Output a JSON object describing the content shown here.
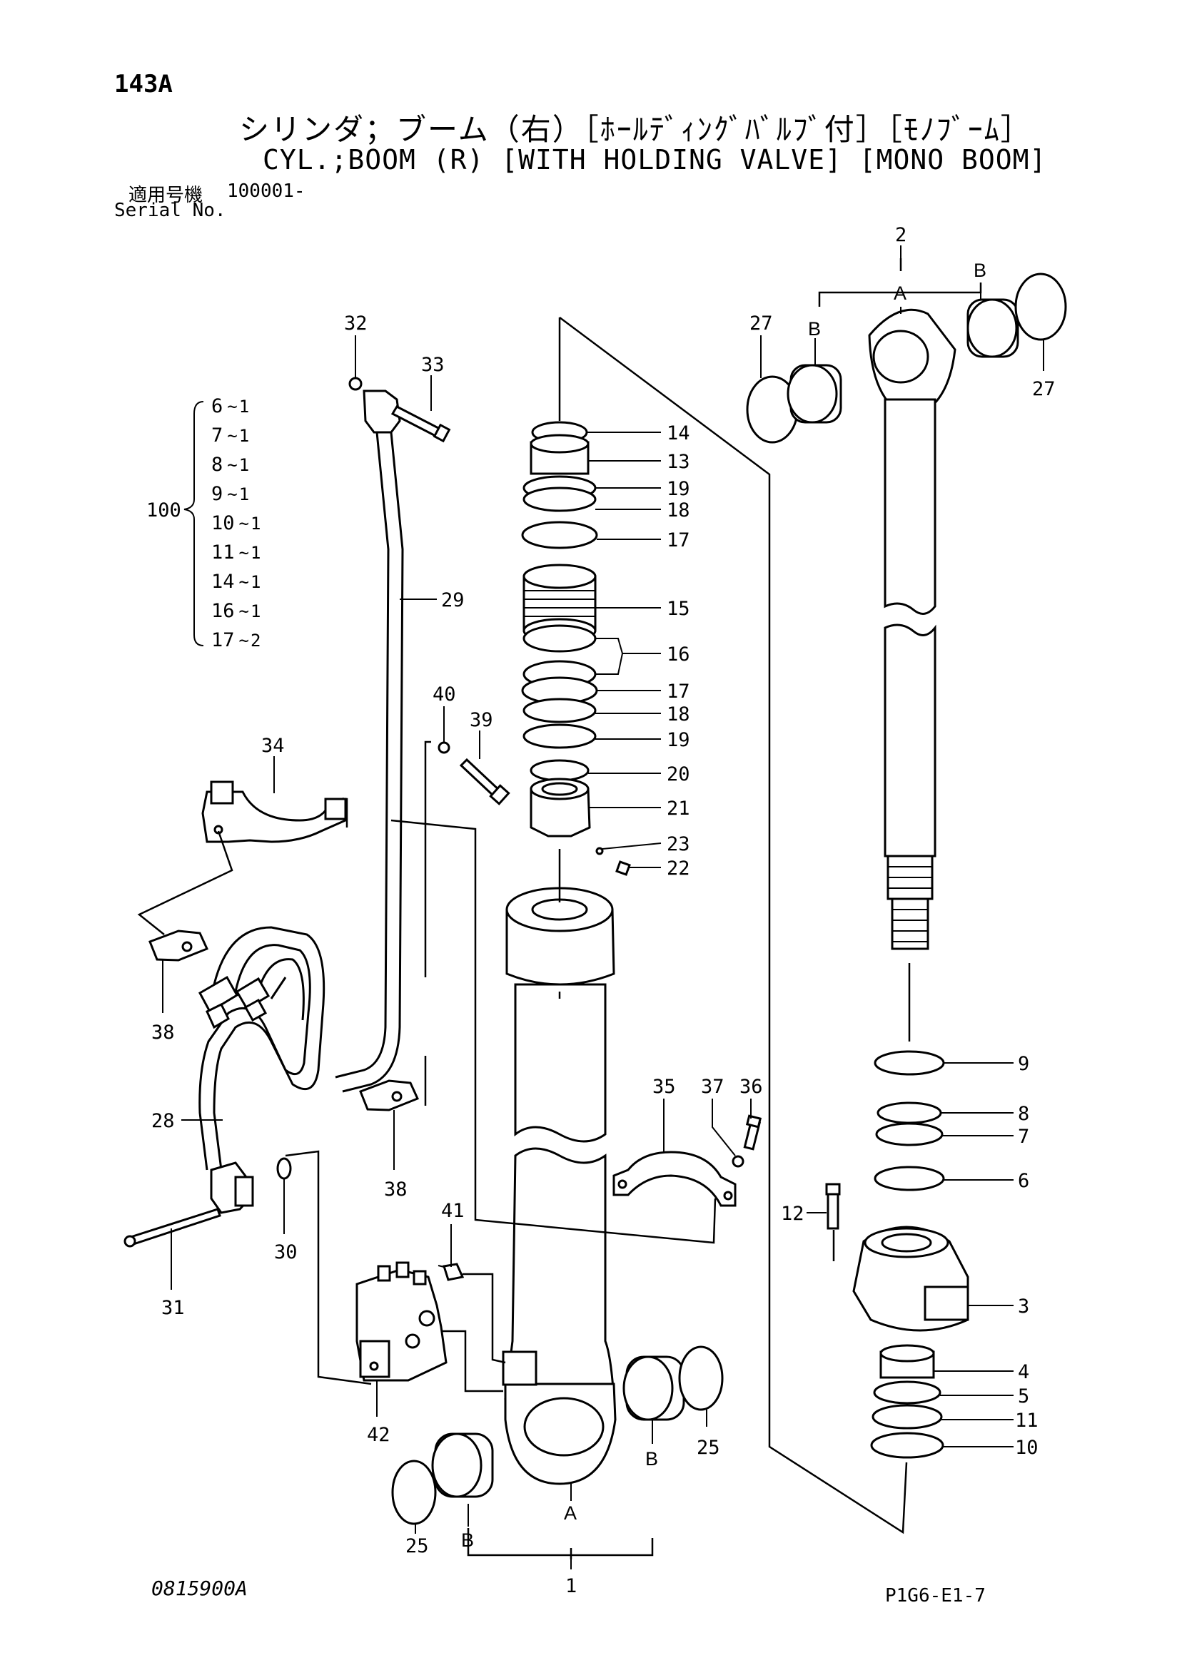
{
  "header": {
    "page_number": "143A",
    "title_jp": "シリンダ；ブーム（右）［ﾎｰﾙﾃﾞｨﾝｸﾞﾊﾞﾙﾌﾞ付］［ﾓﾉﾌﾞｰﾑ］",
    "title_en": "CYL.;BOOM (R) [WITH HOLDING VALVE] [MONO BOOM]",
    "serial_label_jp": "適用号機",
    "serial_value": "100001-",
    "serial_label_en": "Serial No."
  },
  "footer": {
    "drawing_number": "0815900A",
    "sheet_code": "P1G6-E1-7"
  },
  "kit": {
    "number": "100",
    "items": [
      {
        "part": "6",
        "qty": "1"
      },
      {
        "part": "7",
        "qty": "1"
      },
      {
        "part": "8",
        "qty": "1"
      },
      {
        "part": "9",
        "qty": "1"
      },
      {
        "part": "10",
        "qty": "1"
      },
      {
        "part": "11",
        "qty": "1"
      },
      {
        "part": "14",
        "qty": "1"
      },
      {
        "part": "16",
        "qty": "1"
      },
      {
        "part": "17",
        "qty": "2"
      }
    ]
  },
  "callouts": {
    "p1": "1",
    "p2": "2",
    "p3": "3",
    "p4": "4",
    "p5": "5",
    "p6": "6",
    "p7": "7",
    "p8": "8",
    "p9": "9",
    "p10": "10",
    "p11": "11",
    "p12": "12",
    "p13": "13",
    "p14": "14",
    "p15": "15",
    "p16": "16",
    "p17a": "17",
    "p17b": "17",
    "p18a": "18",
    "p18b": "18",
    "p19a": "19",
    "p19b": "19",
    "p20": "20",
    "p21": "21",
    "p22": "22",
    "p23": "23",
    "p25a": "25",
    "p25b": "25",
    "p27a": "27",
    "p27b": "27",
    "p28": "28",
    "p29": "29",
    "p30": "30",
    "p31": "31",
    "p32": "32",
    "p33": "33",
    "p34": "34",
    "p35": "35",
    "p36": "36",
    "p37": "37",
    "p38a": "38",
    "p38b": "38",
    "p39": "39",
    "p40": "40",
    "p41": "41",
    "p42": "42",
    "markA_top": "A",
    "markB_top_left": "B",
    "markB_top_right": "B",
    "markA_bottom": "A",
    "markB_bottom_left": "B",
    "markB_bottom_right": "B"
  }
}
